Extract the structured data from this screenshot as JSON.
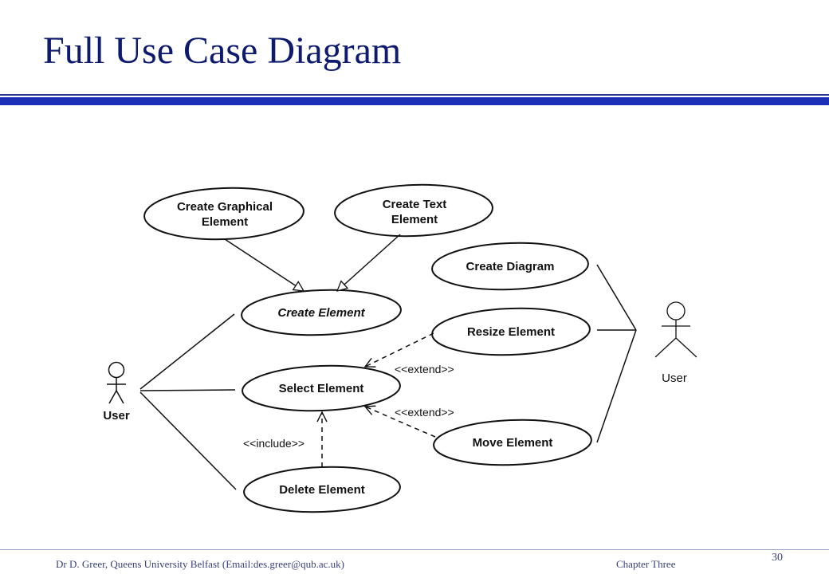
{
  "slide": {
    "title": "Full Use Case Diagram"
  },
  "diagram": {
    "use_cases": {
      "create_graphical_line1": "Create Graphical",
      "create_graphical_line2": "Element",
      "create_text_line1": "Create Text",
      "create_text_line2": "Element",
      "create_diagram": "Create Diagram",
      "create_element": "Create Element",
      "resize_element": "Resize Element",
      "select_element": "Select Element",
      "move_element": "Move Element",
      "delete_element": "Delete Element"
    },
    "stereotypes": {
      "extend_resize": "<<extend>>",
      "extend_move": "<<extend>>",
      "include_delete": "<<include>>"
    },
    "actors": {
      "left": "User",
      "right": "User"
    }
  },
  "footer": {
    "credit": "Dr D. Greer, Queens University Belfast (Email:des.greer@qub.ac.uk)",
    "chapter": "Chapter Three",
    "page_number": "30"
  }
}
